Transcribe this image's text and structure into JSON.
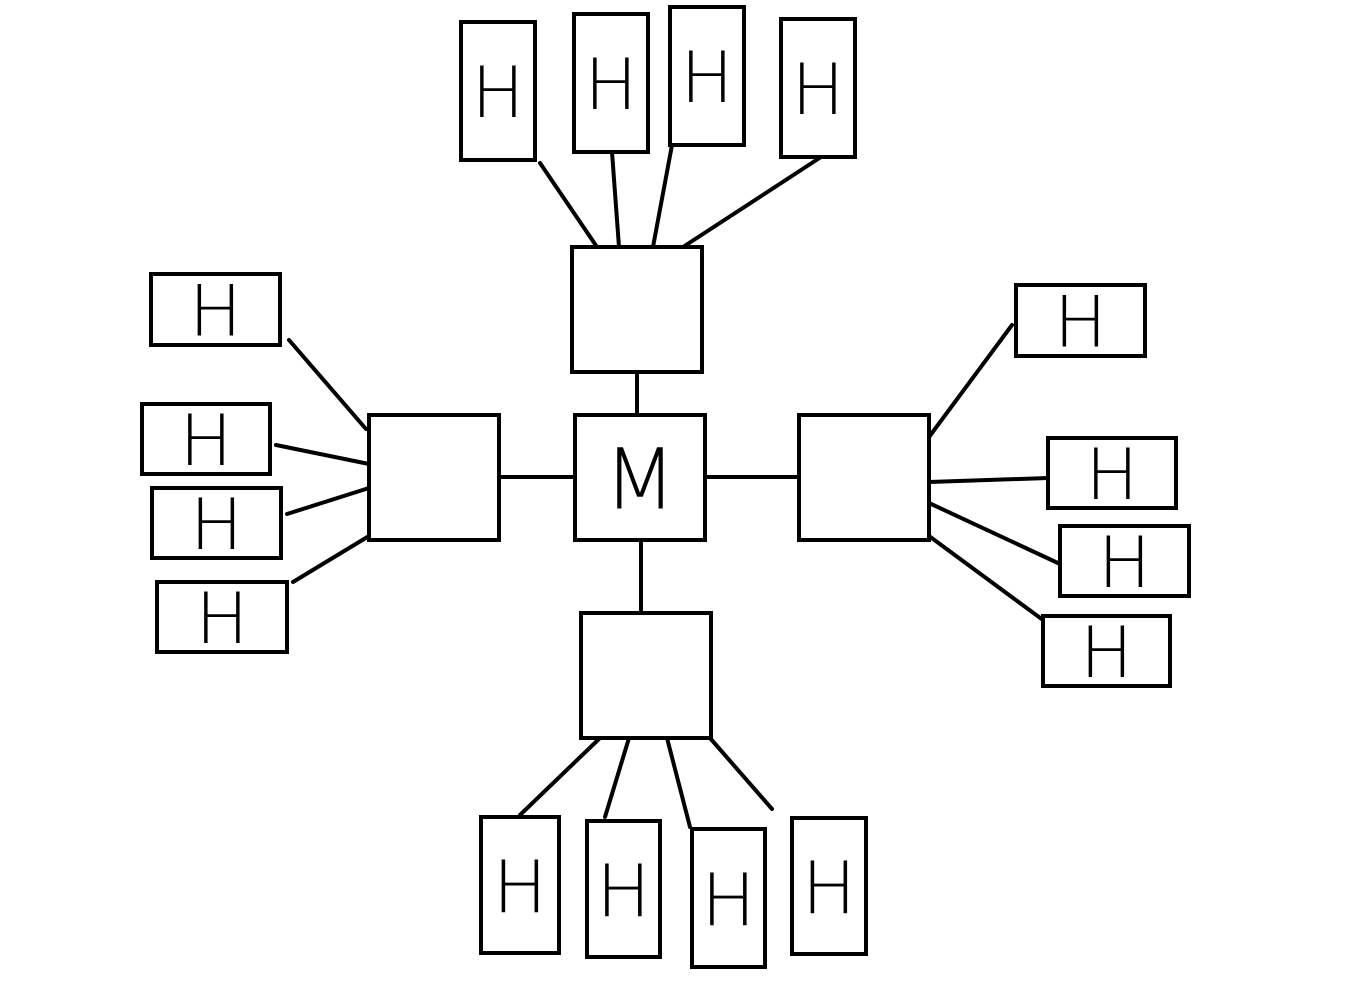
{
  "diagram": {
    "background": "#ffffff",
    "stroke_color": "#000000",
    "center": {
      "label": "M"
    },
    "hubs": [
      {
        "id": "hub-top",
        "label": ""
      },
      {
        "id": "hub-left",
        "label": ""
      },
      {
        "id": "hub-right",
        "label": ""
      },
      {
        "id": "hub-bottom",
        "label": ""
      }
    ],
    "leaves": {
      "hub-top": [
        "H",
        "H",
        "H",
        "H"
      ],
      "hub-left": [
        "H",
        "H",
        "H",
        "H"
      ],
      "hub-right": [
        "H",
        "H",
        "H",
        "H"
      ],
      "hub-bottom": [
        "H",
        "H",
        "H",
        "H"
      ]
    }
  }
}
